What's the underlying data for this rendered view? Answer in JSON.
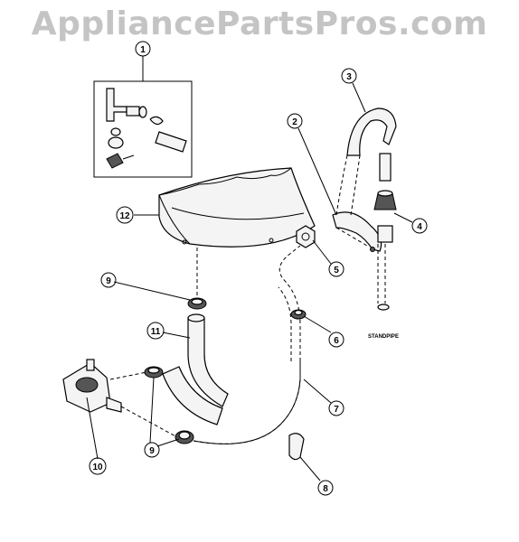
{
  "watermark": "AppliancePartsPros.com",
  "standpipe_label": "STANDPIPE",
  "callouts": [
    "1",
    "2",
    "3",
    "4",
    "5",
    "6",
    "7",
    "8",
    "9",
    "9",
    "10",
    "11",
    "12"
  ]
}
